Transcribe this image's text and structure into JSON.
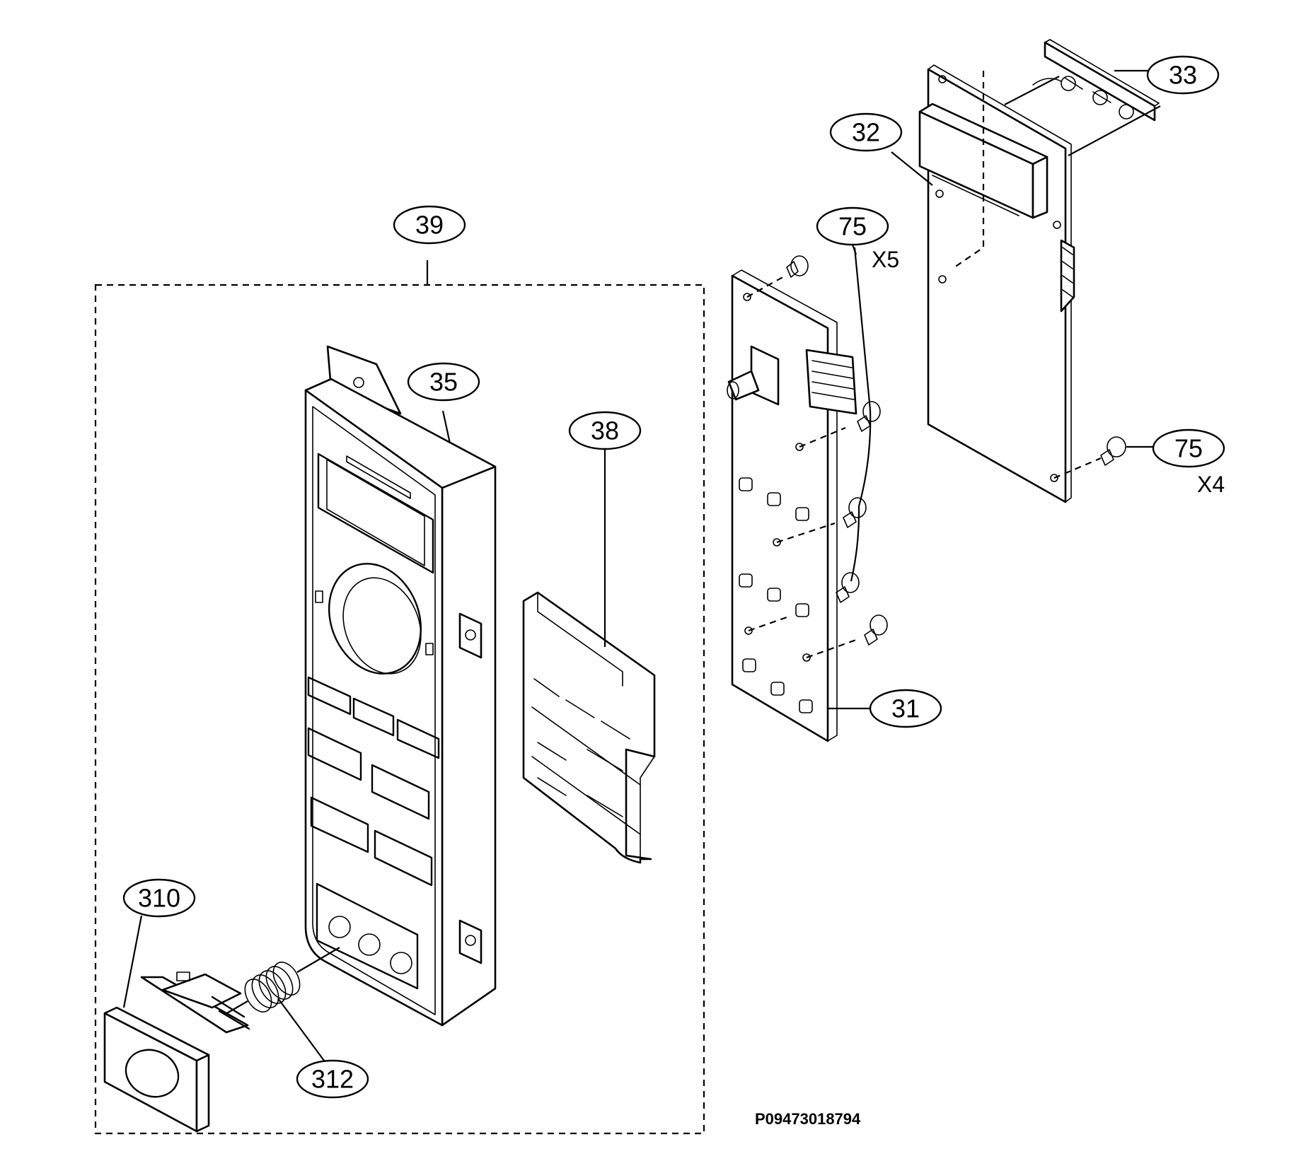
{
  "callouts": {
    "c33": "33",
    "c32": "32",
    "c75a": "75",
    "c75b": "75",
    "c39": "39",
    "c35": "35",
    "c38": "38",
    "c31": "31",
    "c310": "310",
    "c312": "312"
  },
  "quantities": {
    "q75a": "X5",
    "q75b": "X4"
  },
  "drawing_number": "P09473018794"
}
